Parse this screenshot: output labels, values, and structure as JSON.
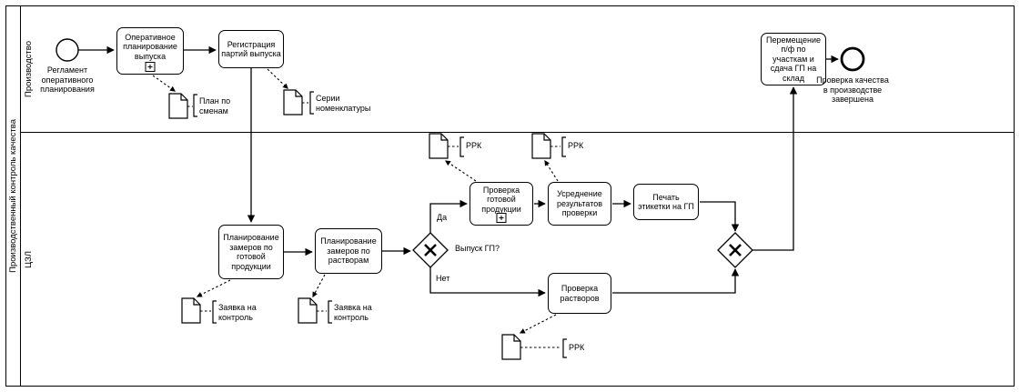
{
  "diagram": {
    "pool": {
      "label": "Производственный контроль качества",
      "lanes": [
        {
          "label": "Производство"
        },
        {
          "label": "ЦЗЛ"
        }
      ]
    },
    "events": {
      "start": {
        "label": "Регламент оперативного планирования"
      },
      "end": {
        "label": "Проверка качества в производстве завершена"
      }
    },
    "tasks": {
      "op_planning": {
        "label": "Оперативное планирование выпуска"
      },
      "registration": {
        "label": "Регистрация партий выпуска"
      },
      "movement": {
        "label": "Перемещение п/ф по участкам и сдача ГП на склад"
      },
      "planning_gp": {
        "label": "Планирование замеров по готовой продукции"
      },
      "planning_sol": {
        "label": "Планирование замеров по растворам"
      },
      "check_gp": {
        "label": "Проверка готовой продукции"
      },
      "averaging": {
        "label": "Усреднение результатов проверки"
      },
      "print_label": {
        "label": "Печать этикетки на ГП"
      },
      "check_sol": {
        "label": "Проверка растворов"
      }
    },
    "gateways": {
      "split": {
        "question": "Выпуск ГП?",
        "yes": "Да",
        "no": "Нет"
      }
    },
    "documents": {
      "plan_shifts": {
        "label": "План по сменам"
      },
      "series": {
        "label": "Серии номенклатуры"
      },
      "rrk_check_gp": {
        "label": "РРК"
      },
      "rrk_averaging": {
        "label": "РРК"
      },
      "request_gp": {
        "label": "Заявка на контроль"
      },
      "request_sol": {
        "label": "Заявка на контроль"
      },
      "rrk_solutions": {
        "label": "РРК"
      }
    },
    "colors": {
      "stroke": "#000000",
      "fill": "#ffffff"
    }
  }
}
